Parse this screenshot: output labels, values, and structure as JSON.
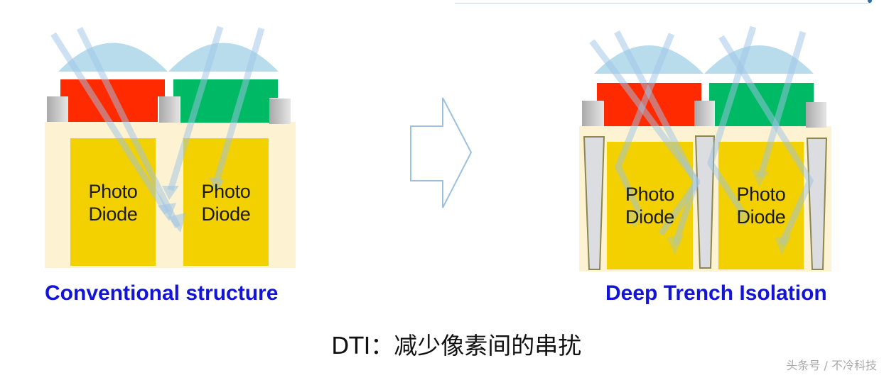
{
  "panels": {
    "conventional": {
      "title": "Conventional structure",
      "photodiode_labels": [
        {
          "line1": "Photo",
          "line2": "Diode"
        },
        {
          "line1": "Photo",
          "line2": "Diode"
        }
      ]
    },
    "dti": {
      "title": "Deep Trench Isolation",
      "photodiode_labels": [
        {
          "line1": "Photo",
          "line2": "Diode"
        },
        {
          "line1": "Photo",
          "line2": "Diode"
        }
      ]
    }
  },
  "arrow": {
    "direction": "right",
    "meaning": "transition-arrow"
  },
  "caption": "DTI：减少像素间的串扰",
  "watermark": "头条号 / 不冷科技",
  "colors": {
    "microlens": "#b9dcec",
    "red_filter": "#ff2a00",
    "green_filter": "#00b964",
    "metal_block": "#c4c4c4",
    "substrate": "#fdf3d2",
    "photodiode": "#f3d100",
    "trench_fill": "#dcdde0",
    "trench_border": "#8c874e",
    "light_ray": "#9ec3e6",
    "label_blue": "#1414d6",
    "arrow_outline": "#9cc0de"
  }
}
